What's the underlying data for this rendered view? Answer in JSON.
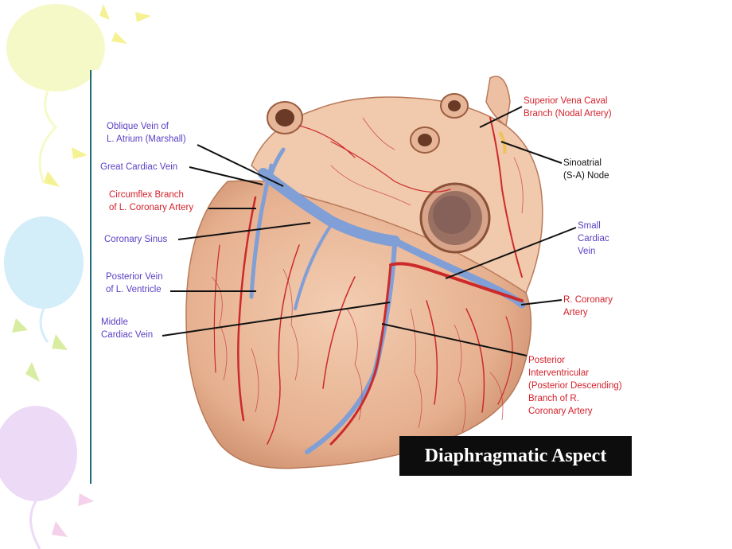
{
  "caption": "Diaphragmatic Aspect",
  "labels": {
    "oblique_vein": "Oblique Vein of\nL. Atrium (Marshall)",
    "great_cardiac_vein": "Great Cardiac Vein",
    "circumflex_branch": "Circumflex Branch\nof L. Coronary Artery",
    "coronary_sinus": "Coronary Sinus",
    "posterior_vein_lv": "Posterior Vein\nof L. Ventricle",
    "middle_cardiac_vein": "Middle\nCardiac Vein",
    "svc_branch": "Superior Vena Caval\nBranch (Nodal Artery)",
    "sa_node": "Sinoatrial\n(S-A) Node",
    "small_cardiac_vein": "Small\nCardiac\nVein",
    "r_coronary_artery": "R. Coronary\nArtery",
    "posterior_interventricular": "Posterior\nInterventricular\n(Posterior Descending)\nBranch of R.\nCoronary Artery"
  },
  "colors": {
    "vein_label": "#5b3fc4",
    "artery_label": "#d4212b",
    "node_label": "#111111",
    "heart_tissue": "#e9b89c",
    "vein": "#7f9fd6",
    "artery": "#cc2a2a",
    "caption_bg": "#0d0d0d"
  }
}
